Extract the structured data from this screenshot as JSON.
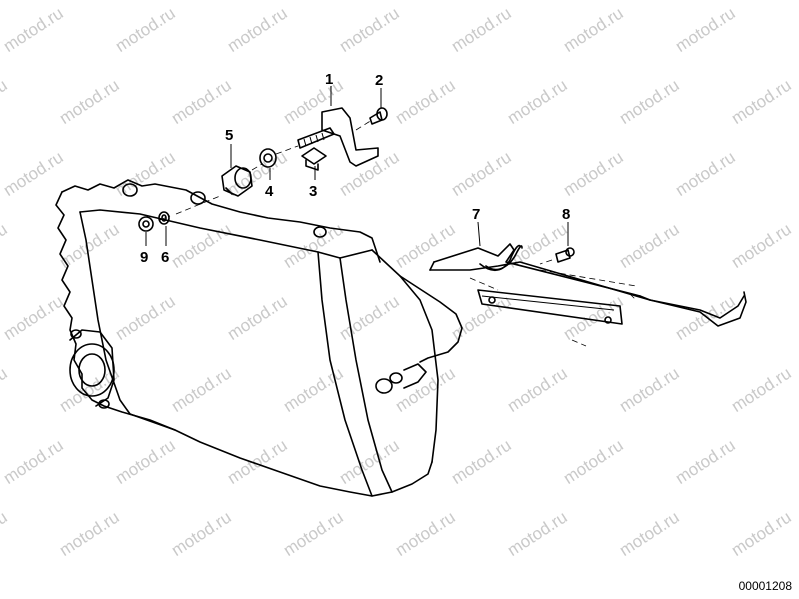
{
  "watermark": "motod.ru",
  "reference_number": "00001208",
  "callouts": {
    "c1": "1",
    "c2": "2",
    "c3": "3",
    "c4": "4",
    "c5": "5",
    "c6": "6",
    "c7": "7",
    "c8": "8",
    "c9": "9"
  }
}
